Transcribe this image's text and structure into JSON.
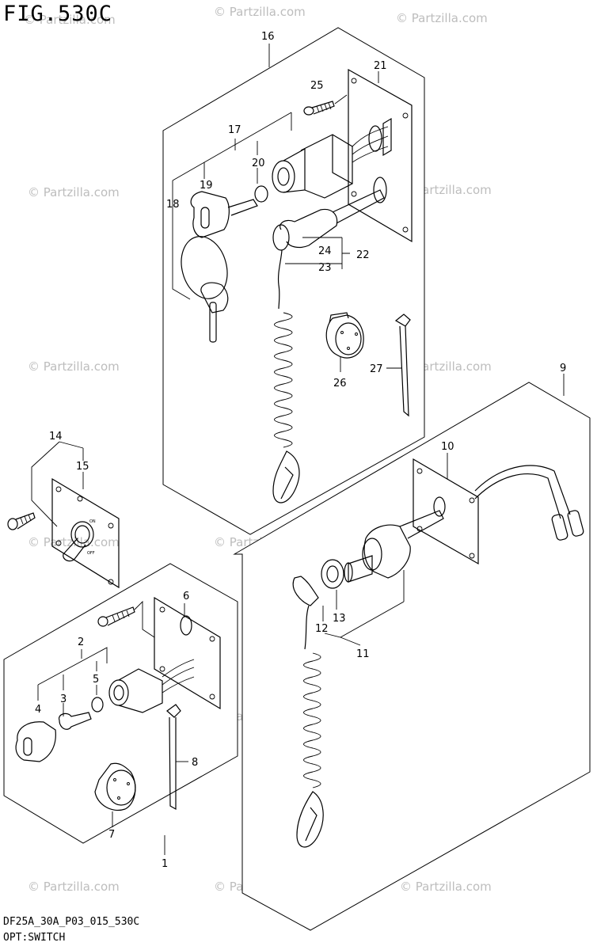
{
  "figure": {
    "title": "FIG.530C",
    "code": "DF25A_30A_P03_015_530C",
    "caption": "OPT:SWITCH"
  },
  "watermark": "© Partzilla.com",
  "callouts": [
    "1",
    "2",
    "3",
    "4",
    "5",
    "6",
    "7",
    "8",
    "9",
    "10",
    "11",
    "12",
    "13",
    "14",
    "15",
    "16",
    "17",
    "18",
    "19",
    "20",
    "21",
    "22",
    "23",
    "24",
    "25",
    "26",
    "27"
  ],
  "switch_labels": {
    "on": "ON",
    "off": "OFF"
  }
}
